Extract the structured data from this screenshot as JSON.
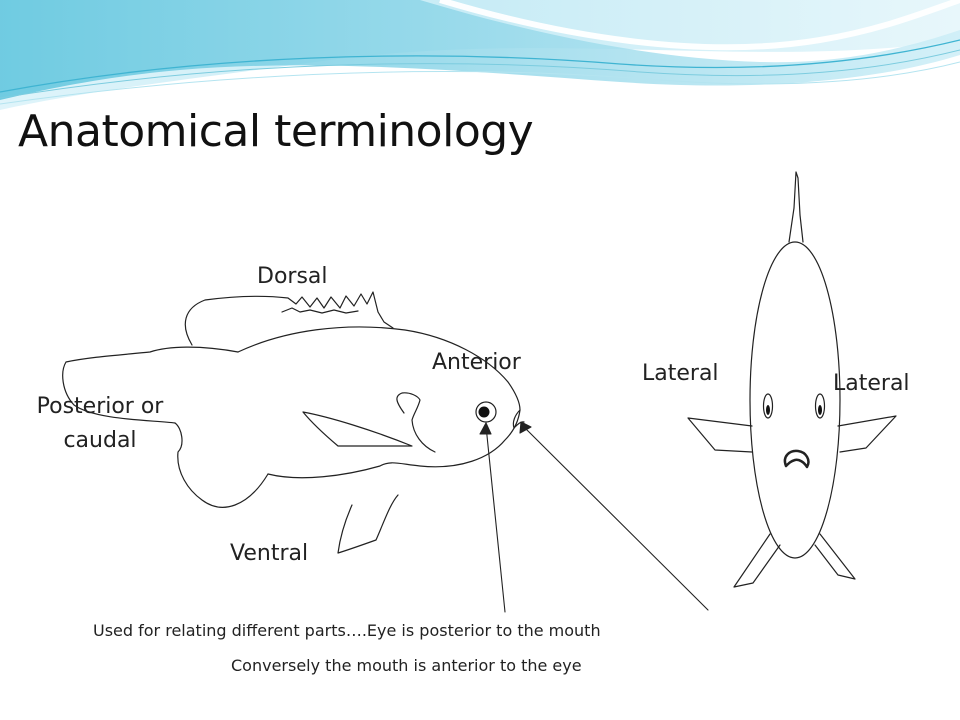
{
  "slide": {
    "title": "Anatomical terminology",
    "labels": {
      "dorsal": "Dorsal",
      "anterior": "Anterior",
      "posterior": "Posterior or caudal",
      "ventral": "Ventral",
      "lateral_left": "Lateral",
      "lateral_right": "Lateral"
    },
    "captions": {
      "line1": "Used for relating different parts….Eye is posterior to the mouth",
      "line2": "Conversely the mouth is anterior to the eye"
    }
  },
  "theme": {
    "banner_light": "#d6f1f8",
    "banner_mid": "#8fd6e8",
    "banner_accent": "#3fb4d2",
    "line_color": "#222222"
  },
  "icons": {
    "side_fish": "fish-side-view-icon",
    "front_fish": "fish-front-view-icon"
  }
}
